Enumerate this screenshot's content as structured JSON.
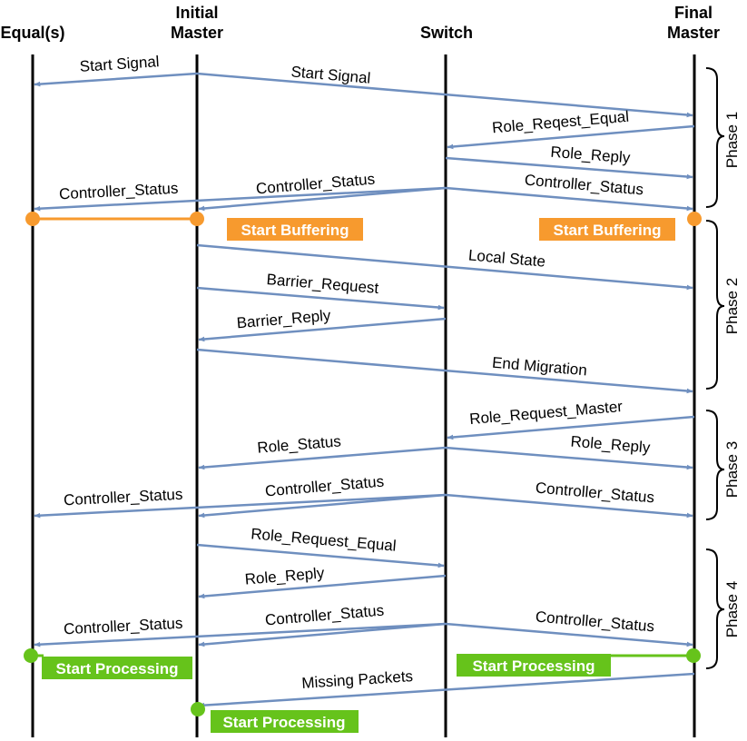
{
  "colors": {
    "lifeline": "#000000",
    "arrow": "#6f8fbf",
    "buffering": "#f79a2e",
    "processing": "#66c31b",
    "badge_text": "#ffffff"
  },
  "headers": {
    "equals": "Equal(s)",
    "initial_line1": "Initial",
    "initial_line2": "Master",
    "switch": "Switch",
    "final_line1": "Final",
    "final_line2": "Master"
  },
  "messages": [
    {
      "label": "Start Signal",
      "from": "initial",
      "to": "equals"
    },
    {
      "label": "Start Signal",
      "from": "initial",
      "to": "final"
    },
    {
      "label": "Role_Reqest_Equal",
      "from": "final",
      "to": "switch"
    },
    {
      "label": "Role_Reply",
      "from": "switch",
      "to": "final"
    },
    {
      "label": "Controller_Status",
      "from": "switch",
      "to": "final"
    },
    {
      "label": "Controller_Status",
      "from": "switch",
      "to": "initial"
    },
    {
      "label": "Controller_Status",
      "from": "switch",
      "to": "equals"
    },
    {
      "label": "Local State",
      "from": "initial",
      "to": "final"
    },
    {
      "label": "Barrier_Request",
      "from": "initial",
      "to": "switch"
    },
    {
      "label": "Barrier_Reply",
      "from": "switch",
      "to": "initial"
    },
    {
      "label": "End Migration",
      "from": "initial",
      "to": "final"
    },
    {
      "label": "Role_Request_Master",
      "from": "final",
      "to": "switch"
    },
    {
      "label": "Role_Status",
      "from": "switch",
      "to": "initial"
    },
    {
      "label": "Role_Reply",
      "from": "switch",
      "to": "final"
    },
    {
      "label": "Controller_Status",
      "from": "switch",
      "to": "equals"
    },
    {
      "label": "Controller_Status",
      "from": "switch",
      "to": "initial"
    },
    {
      "label": "Controller_Status",
      "from": "switch",
      "to": "final"
    },
    {
      "label": "Role_Request_Equal",
      "from": "initial",
      "to": "switch"
    },
    {
      "label": "Role_Reply",
      "from": "switch",
      "to": "initial"
    },
    {
      "label": "Controller_Status",
      "from": "switch",
      "to": "equals"
    },
    {
      "label": "Controller_Status",
      "from": "switch",
      "to": "initial"
    },
    {
      "label": "Controller_Status",
      "from": "switch",
      "to": "final"
    },
    {
      "label": "Missing Packets",
      "from": "final",
      "to": "initial"
    }
  ],
  "events": {
    "buffering_label": "Start Buffering",
    "processing_label": "Start Processing"
  },
  "phases": [
    "Phase 1",
    "Phase 2",
    "Phase 3",
    "Phase 4"
  ]
}
